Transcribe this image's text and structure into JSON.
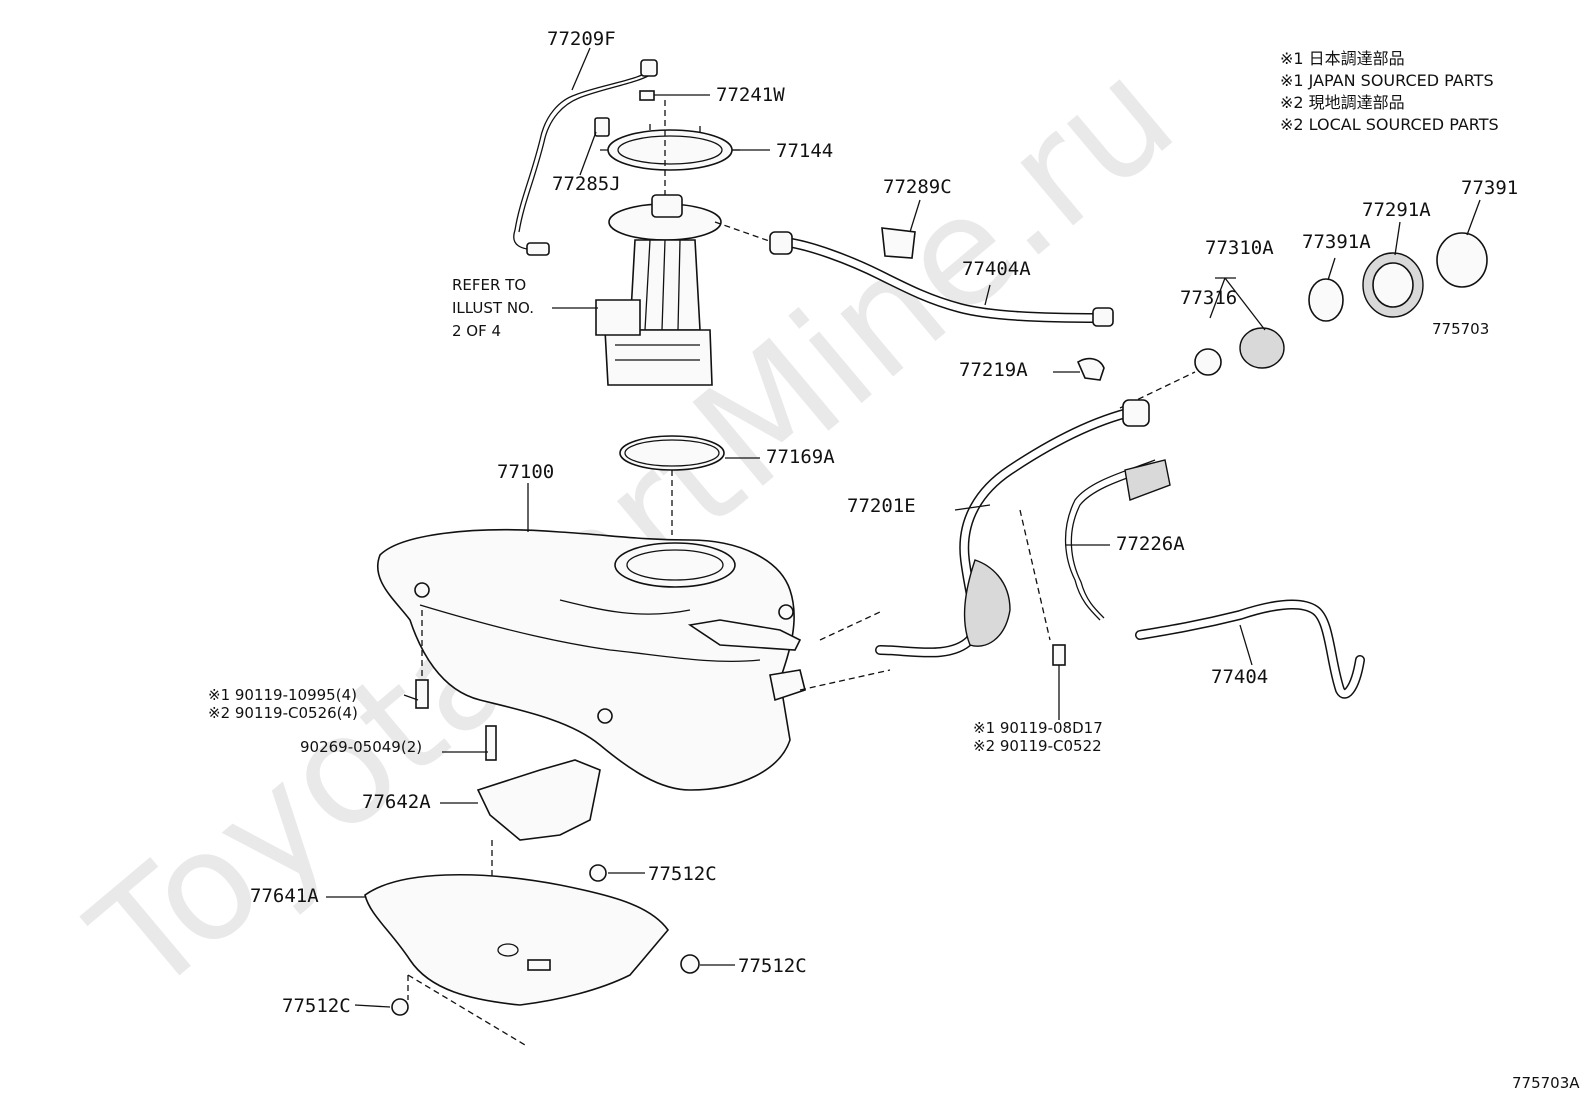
{
  "watermark": "ToyotaPartMine.ru",
  "legend": [
    "※1 日本調達部品",
    "※1 JAPAN SOURCED PARTS",
    "※2 現地調達部品",
    "※2 LOCAL SOURCED PARTS"
  ],
  "refer_note": [
    "REFER TO",
    "ILLUST NO.",
    "2 OF 4"
  ],
  "labels": {
    "p77209F": "77209F",
    "p77241W": "77241W",
    "p77144": "77144",
    "p77285J": "77285J",
    "p77289C": "77289C",
    "p77404A": "77404A",
    "p77391": "77391",
    "p77291A": "77291A",
    "p77391A": "77391A",
    "p77310A": "77310A",
    "p77316": "77316",
    "p775703": "775703",
    "p77219A": "77219A",
    "p77169A": "77169A",
    "p77100": "77100",
    "p77201E": "77201E",
    "p77226A": "77226A",
    "p77404": "77404",
    "b1a": "※1 90119-10995(4)",
    "b1b": "※2 90119-C0526(4)",
    "b2": "90269-05049(2)",
    "b3a": "※1 90119-08D17",
    "b3b": "※2 90119-C0522",
    "p77642A": "77642A",
    "p77512C_1": "77512C",
    "p77641A": "77641A",
    "p77512C_2": "77512C",
    "p77512C_3": "77512C"
  },
  "figure_id": "775703A"
}
